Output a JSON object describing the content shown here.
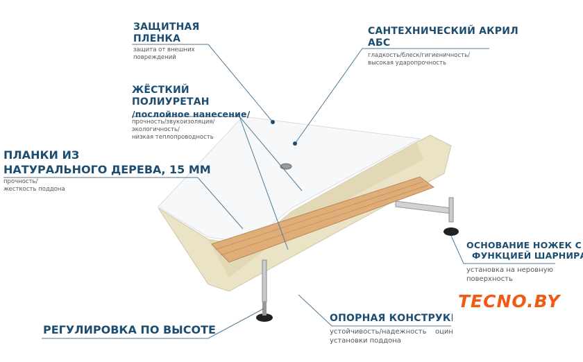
{
  "labels": {
    "film": {
      "title1": "ЗАЩИТНАЯ",
      "title2": "ПЛЕНКА",
      "desc1": "защита от внешних",
      "desc2": "повреждений"
    },
    "acrylic": {
      "title1": "САНТЕХНИЧЕСКИЙ АКРИЛ",
      "title2": "АБС",
      "desc1": "гладкость/блеск/гигиеничность/",
      "desc2": "высокая ударопрочность"
    },
    "polyurethane": {
      "title1": "ЖЁСТКИЙ",
      "title2": "ПОЛИУРЕТАН",
      "subtitle": "/послойное нанесение/",
      "desc1": "прочность/звукоизоляция/",
      "desc2": "экологичность/",
      "desc3": "низкая теплопроводность"
    },
    "wood": {
      "title1": "ПЛАНКИ ИЗ",
      "title2": "НАТУРАЛЬНОГО ДЕРЕВА, 15 ММ",
      "desc1": "прочность/",
      "desc2": "жесткость поддона"
    },
    "legs": {
      "title1": "ОСНОВАНИЕ НОЖЕК С",
      "title2": "ФУНКЦИЕЙ ШАРНИРА",
      "desc1": "установка на неровную",
      "desc2": "поверхность"
    },
    "frame": {
      "title": "ОПОРНАЯ КОНСТРУКЦИЯ",
      "desc1": "устойчивость/надежность",
      "desc2": "установки поддона",
      "desc3": "оцин"
    },
    "height": {
      "title": "РЕГУЛИРОВКА ПО ВЫСОТЕ"
    }
  },
  "logo": {
    "text": "TECNO.BY",
    "color": "#f25a12"
  },
  "colors": {
    "text": "#1c4d70",
    "line": "#4a7a98",
    "shell": "#ece4c8",
    "wood": "#e0b07a"
  }
}
